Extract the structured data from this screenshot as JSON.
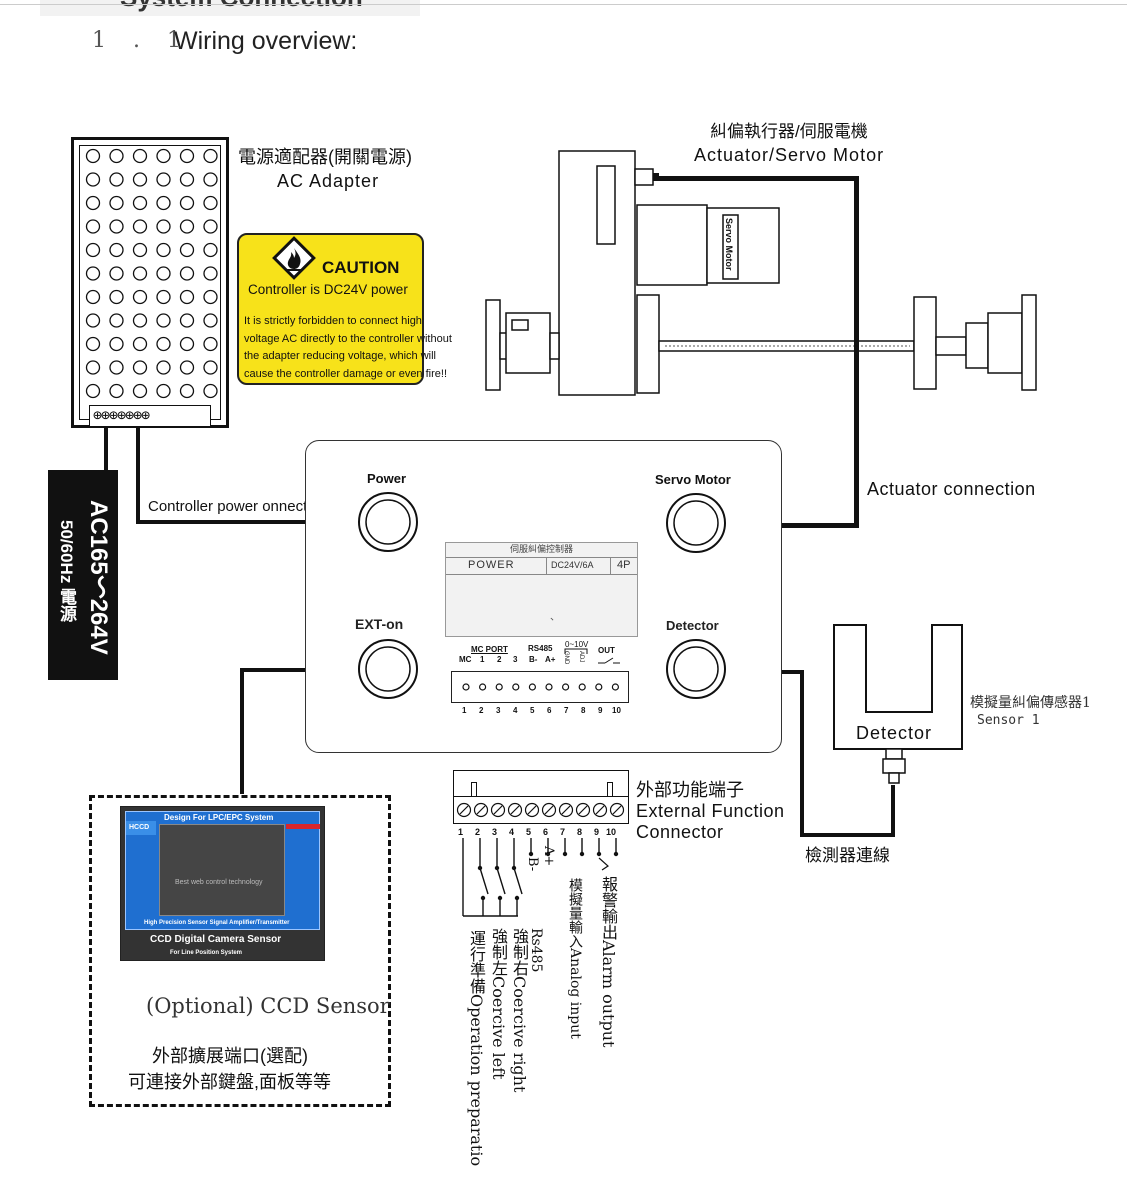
{
  "header": {
    "top_heading_fragment": "System Connection",
    "section_number": "1 . 1",
    "section_title": "Wiring overview:"
  },
  "ac_adapter": {
    "label_cn": "電源適配器(開關電源)",
    "label_en": "AC Adapter",
    "mains_label_line1": "AC165～264V",
    "mains_label_line2": "50/60Hz 電源"
  },
  "caution": {
    "title": "CAUTION",
    "subtitle": "Controller is DC24V power",
    "body": "It is strictly forbidden to connect high voltage AC directly to the controller without the adapter reducing voltage, which will cause the controller damage or even fire!!"
  },
  "actuator": {
    "label_cn": "糾偏執行器/伺服電機",
    "label_en": "Actuator/Servo Motor",
    "motor_text": "Servo Motor",
    "connection_label": "Actuator connection"
  },
  "controller": {
    "port_power": "Power",
    "port_servo": "Servo Motor",
    "port_ext": "EXT-on",
    "port_detector": "Detector",
    "power_connection_label": "Controller power onnection",
    "panel_title_cn": "伺服糾偏控制器",
    "panel_power": "POWER",
    "panel_rating": "DC24V/6A",
    "panel_pins": "4P",
    "panel_dot": "、",
    "terminal_group_mc": "MC PORT",
    "terminal_group_rs485": "RS485",
    "terminal_group_analog": "0~10V",
    "terminal_group_out": "OUT",
    "terminal_sub_labels": [
      "MC",
      "1",
      "2",
      "3",
      "B-",
      "A+",
      "GND",
      "ADJ"
    ],
    "terminal_numbers": [
      "1",
      "2",
      "3",
      "4",
      "5",
      "6",
      "7",
      "8",
      "9",
      "10"
    ]
  },
  "detector": {
    "label": "Detector",
    "side_label_cn": "模擬量糾偏傳感器1",
    "side_label_en": "Sensor 1",
    "connection_label": "檢測器連線"
  },
  "external_connector": {
    "label_cn": "外部功能端子",
    "label_en_line1": "External Function",
    "label_en_line2": "Connector",
    "pin_numbers": [
      "1",
      "2",
      "3",
      "4",
      "5",
      "6",
      "7",
      "8",
      "9",
      "10"
    ],
    "pin_b": "B-",
    "pin_a": "A+",
    "vertical_labels": [
      "運行準備Operation preparatio",
      "強制左Coercive left",
      "強制右Coercive right",
      "Rs485",
      "模擬量輸入Analog input",
      "報警輸出Alarm  output"
    ]
  },
  "ccd": {
    "panel_header": "Design For LPC/EPC System",
    "panel_logo": "HCCD",
    "panel_center": "Best web control technology",
    "panel_subheader": "High Precision Sensor Signal Amplifier/Transmitter",
    "panel_title": "CCD Digital Camera Sensor",
    "panel_tagline": "For Line Position System",
    "optional_label": "(Optional) CCD Sensor",
    "ext_port_line1": "外部擴展端口(選配)",
    "ext_port_line2": "可連接外部鍵盤,面板等等"
  },
  "colors": {
    "caution_yellow": "#f7e21a",
    "wire": "#111111",
    "ccd_panel_blue": "#1f6fd0",
    "ccd_panel_red": "#d8262c",
    "ccd_panel_dark": "#333333"
  }
}
